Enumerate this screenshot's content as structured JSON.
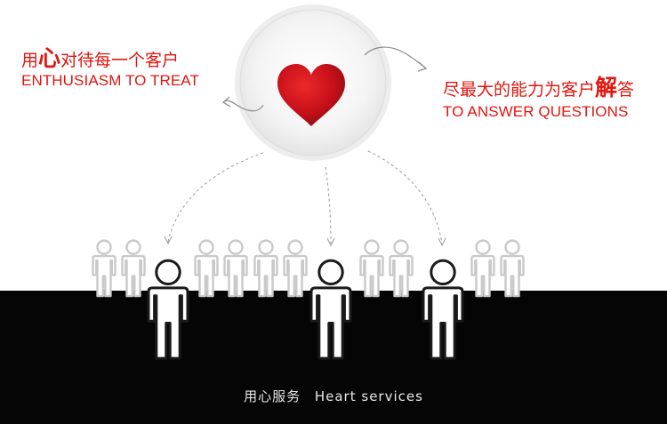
{
  "left_slogan": {
    "cn_before": "用",
    "cn_highlight": "心",
    "cn_after": "对待每一个客户",
    "en": "ENTHUSIASM TO TREAT"
  },
  "right_slogan": {
    "cn_before": "尽最大的能力为客户",
    "cn_highlight": "解",
    "cn_after": "答",
    "en": "TO ANSWER QUESTIONS"
  },
  "footer": {
    "cn": "用心服务",
    "en": "Heart services"
  },
  "colors": {
    "accent_red": "#e0160f",
    "heart_red": "#c8101a",
    "band_black": "#050505",
    "figure_gray": "#c9c9c9"
  },
  "icons": {
    "center": "heart-icon",
    "people": "person-icon"
  }
}
